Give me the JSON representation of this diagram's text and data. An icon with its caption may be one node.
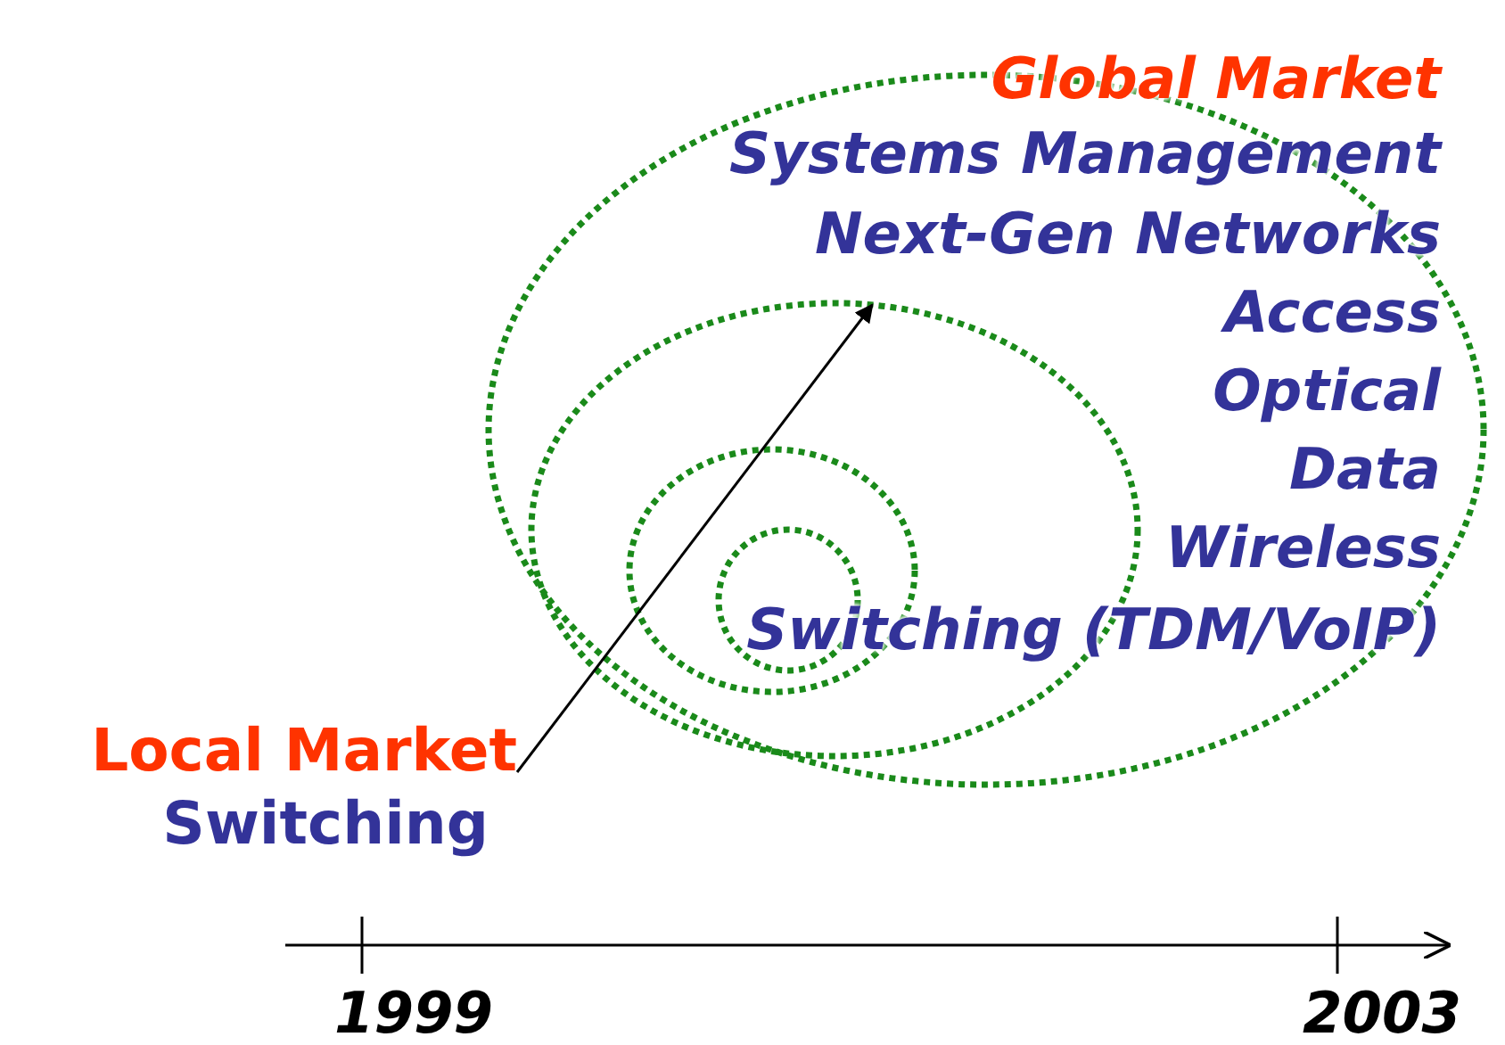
{
  "diagram": {
    "nodes": [
      {
        "text": [],
        "shape": "circle"
      },
      {
        "text": [],
        "shape": "circle",
        "in": 0
      },
      {
        "text": [],
        "shape": "circle",
        "in": 1
      },
      {
        "text": [],
        "shape": "circle",
        "in": 2
      },
      {
        "text": [
          "Local Market",
          "Switching"
        ]
      }
    ],
    "edges": [
      {
        "from": 4,
        "to": 1,
        "arrow": "to"
      }
    ],
    "labels": [
      "Global Market",
      "Systems Management",
      "Next-Gen Networks",
      "Access",
      "Optical",
      "Data",
      "Wireless",
      "Switching (TDM/VoIP)",
      "1999",
      "2003"
    ]
  }
}
